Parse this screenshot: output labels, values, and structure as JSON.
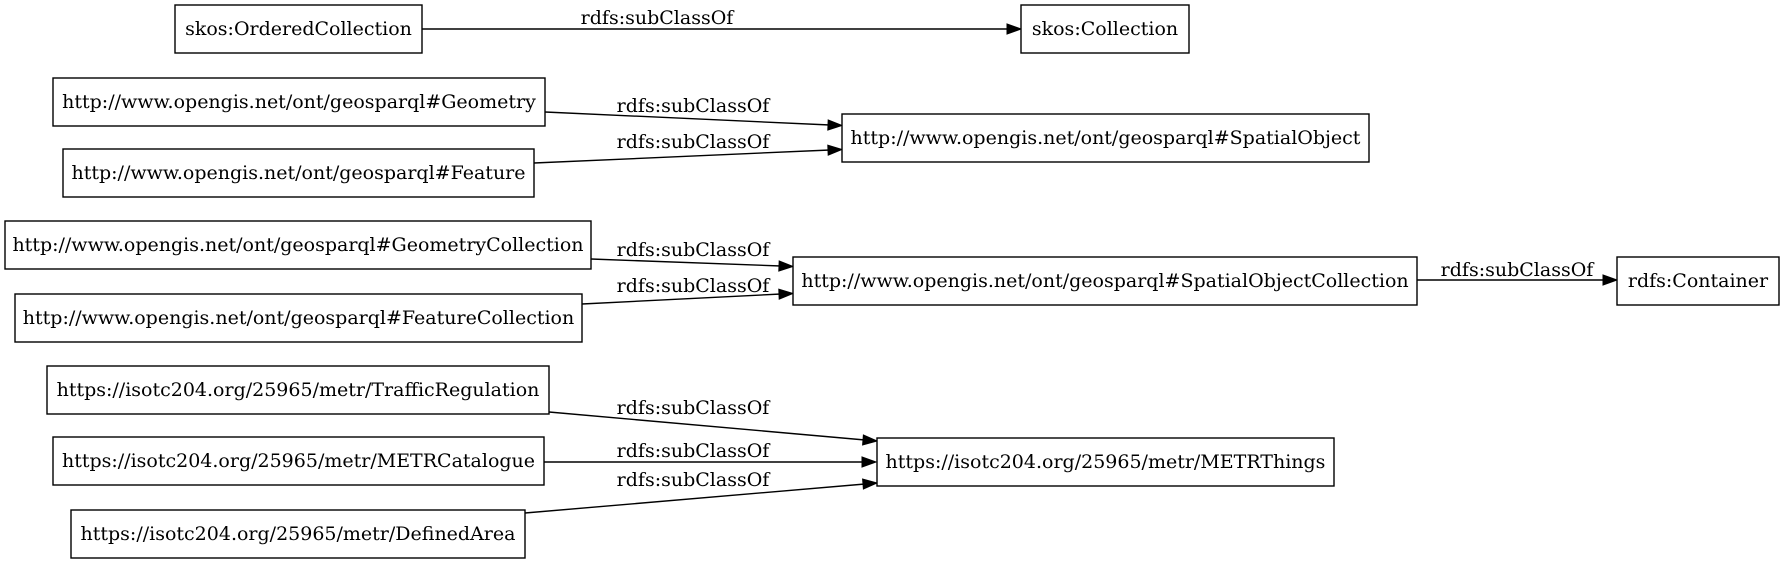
{
  "nodes": {
    "ordered_collection": "skos:OrderedCollection",
    "collection": "skos:Collection",
    "geometry": "http://www.opengis.net/ont/geosparql#Geometry",
    "feature": "http://www.opengis.net/ont/geosparql#Feature",
    "spatial_object": "http://www.opengis.net/ont/geosparql#SpatialObject",
    "geometry_collection": "http://www.opengis.net/ont/geosparql#GeometryCollection",
    "feature_collection": "http://www.opengis.net/ont/geosparql#FeatureCollection",
    "spatial_object_collection": "http://www.opengis.net/ont/geosparql#SpatialObjectCollection",
    "container": "rdfs:Container",
    "traffic_regulation": "https://isotc204.org/25965/metr/TrafficRegulation",
    "metr_catalogue": "https://isotc204.org/25965/metr/METRCatalogue",
    "defined_area": "https://isotc204.org/25965/metr/DefinedArea",
    "metr_things": "https://isotc204.org/25965/metr/METRThings"
  },
  "edges": [
    {
      "from": "skos:OrderedCollection",
      "to": "skos:Collection",
      "label": "rdfs:subClassOf"
    },
    {
      "from": "http://www.opengis.net/ont/geosparql#Geometry",
      "to": "http://www.opengis.net/ont/geosparql#SpatialObject",
      "label": "rdfs:subClassOf"
    },
    {
      "from": "http://www.opengis.net/ont/geosparql#Feature",
      "to": "http://www.opengis.net/ont/geosparql#SpatialObject",
      "label": "rdfs:subClassOf"
    },
    {
      "from": "http://www.opengis.net/ont/geosparql#GeometryCollection",
      "to": "http://www.opengis.net/ont/geosparql#SpatialObjectCollection",
      "label": "rdfs:subClassOf"
    },
    {
      "from": "http://www.opengis.net/ont/geosparql#FeatureCollection",
      "to": "http://www.opengis.net/ont/geosparql#SpatialObjectCollection",
      "label": "rdfs:subClassOf"
    },
    {
      "from": "http://www.opengis.net/ont/geosparql#SpatialObjectCollection",
      "to": "rdfs:Container",
      "label": "rdfs:subClassOf"
    },
    {
      "from": "https://isotc204.org/25965/metr/TrafficRegulation",
      "to": "https://isotc204.org/25965/metr/METRThings",
      "label": "rdfs:subClassOf"
    },
    {
      "from": "https://isotc204.org/25965/metr/METRCatalogue",
      "to": "https://isotc204.org/25965/metr/METRThings",
      "label": "rdfs:subClassOf"
    },
    {
      "from": "https://isotc204.org/25965/metr/DefinedArea",
      "to": "https://isotc204.org/25965/metr/METRThings",
      "label": "rdfs:subClassOf"
    }
  ]
}
